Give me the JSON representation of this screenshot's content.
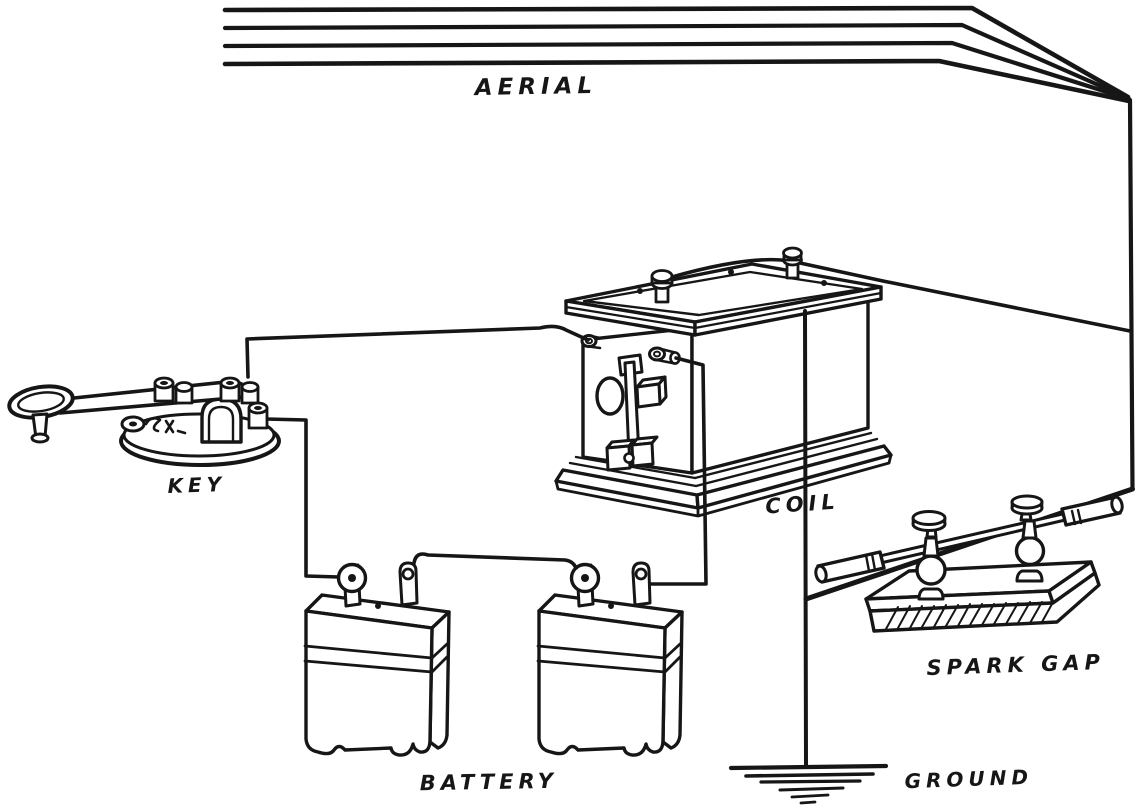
{
  "labels": {
    "aerial": "AERIAL",
    "key": "KEY",
    "coil": "COIL",
    "battery": "BATTERY",
    "spark_gap": "SPARK GAP",
    "ground": "GROUND"
  },
  "colors": {
    "ink": "#161616",
    "paper": "#ffffff"
  }
}
